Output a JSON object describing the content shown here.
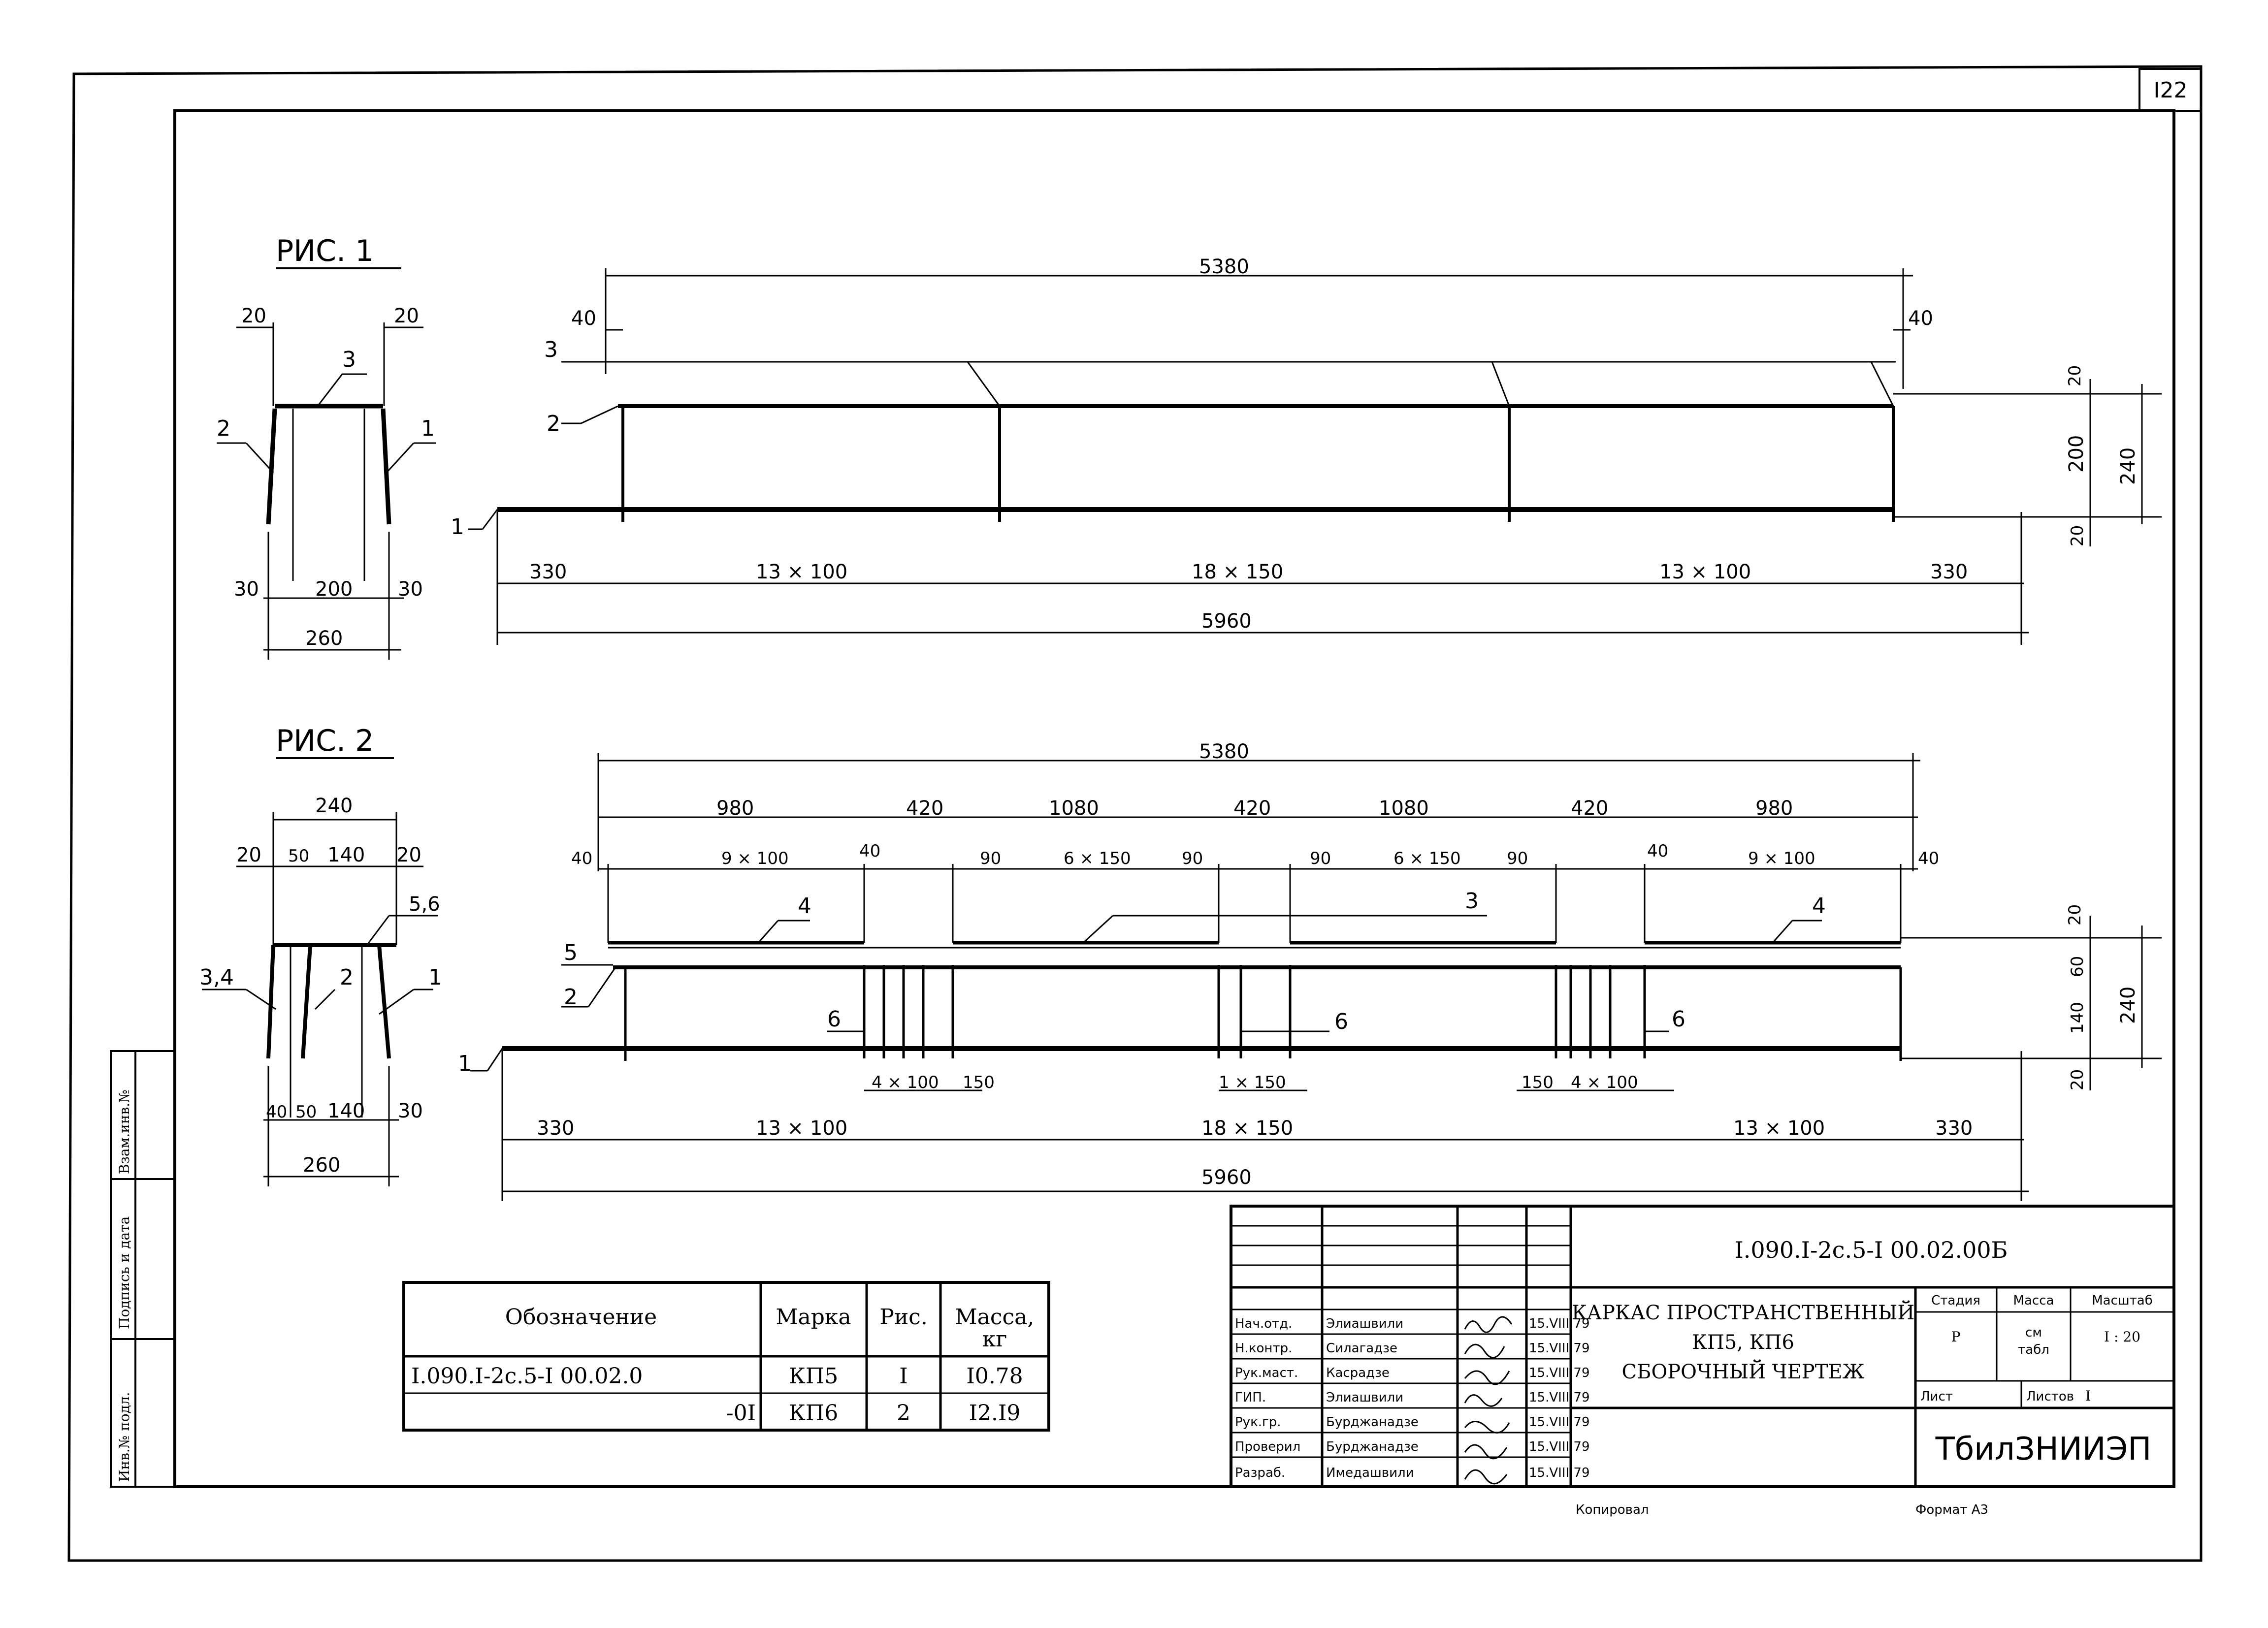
{
  "sheet_number": "I22",
  "figures": {
    "fig1": {
      "title": "РИС. 1",
      "section": {
        "top_left_20": "20",
        "top_right_20": "20",
        "label_3": "3",
        "label_2": "2",
        "label_1": "1",
        "bottom_30_left": "30",
        "bottom_200": "200",
        "bottom_30_right": "30",
        "overall_260": "260"
      },
      "elevation": {
        "top_5380": "5380",
        "left_40": "40",
        "right_40": "40",
        "label_3": "3",
        "label_2": "2",
        "label_1": "1",
        "right_20_top": "20",
        "right_200": "200",
        "right_20_bottom": "20",
        "right_240": "240",
        "seg_330_left": "330",
        "seg_13x100_left": "13 × 100",
        "seg_18x150": "18 × 150",
        "seg_13x100_right": "13 × 100",
        "seg_330_right": "330",
        "overall_5960": "5960"
      }
    },
    "fig2": {
      "title": "РИС. 2",
      "section": {
        "top_240": "240",
        "d20_left": "20",
        "d50": "50",
        "d140": "140",
        "d20_right": "20",
        "label_56": "5,6",
        "label_34": "3,4",
        "label_2": "2",
        "label_1": "1",
        "b40": "40",
        "b50": "50",
        "b140": "140",
        "b30": "30",
        "overall_260": "260"
      },
      "elevation": {
        "top_5380": "5380",
        "seg_980_left": "980",
        "seg_420_a": "420",
        "seg_1080_a": "1080",
        "seg_420_b": "420",
        "seg_1080_b": "1080",
        "seg_420_c": "420",
        "seg_980_right": "980",
        "d40_a": "40",
        "d9x100_a": "9 × 100",
        "d40_b": "40",
        "d90_a": "90",
        "d6x150_a": "6 × 150",
        "d90_b": "90",
        "d90_c": "90",
        "d6x150_b": "6 × 150",
        "d90_d": "90",
        "d40_c": "40",
        "d9x100_b": "9 × 100",
        "d40_d": "40",
        "label_4a": "4",
        "label_3": "3",
        "label_4b": "4",
        "label_5": "5",
        "label_2": "2",
        "label_1": "1",
        "label_6a": "6",
        "label_6b": "6",
        "label_6c": "6",
        "sub_4x100_a": "4 × 100",
        "sub_150_a": "150",
        "sub_1x150": "1 × 150",
        "sub_150_b": "150",
        "sub_4x100_b": "4 × 100",
        "right_20_top": "20",
        "right_60": "60",
        "right_140": "140",
        "right_20_bottom": "20",
        "right_240": "240",
        "seg_330_left": "330",
        "seg_13x100_left": "13 × 100",
        "seg_18x150": "18 × 150",
        "seg_13x100_right": "13 × 100",
        "seg_330_right": "330",
        "overall_5960": "5960"
      }
    }
  },
  "spec_table": {
    "headers": {
      "designation": "Обозначение",
      "mark": "Марка",
      "fig": "Рис.",
      "mass": "Масса,",
      "mass_unit": "кг"
    },
    "rows": [
      {
        "designation": "I.090.I-2с.5-I  00.02.0",
        "mark": "КП5",
        "fig": "I",
        "mass": "I0.78"
      },
      {
        "designation": "-0I",
        "mark": "КП6",
        "fig": "2",
        "mass": "I2.I9"
      }
    ]
  },
  "title_block": {
    "code": "I.090.I-2с.5-I  00.02.00Б",
    "title_line1": "КАРКАС ПРОСТРАНСТВЕННЫЙ",
    "title_line2": "КП5, КП6",
    "title_line3": "СБОРОЧНЫЙ ЧЕРТЕЖ",
    "stage_label": "Стадия",
    "mass_label": "Масса",
    "scale_label": "Масштаб",
    "stage_value": "Р",
    "mass_value_1": "см",
    "mass_value_2": "табл",
    "scale_value": "I : 20",
    "sheet_label": "Лист",
    "sheets_label": "Листов",
    "sheets_value": "I",
    "organization": "ТбилЗНИИЭП",
    "signatures": [
      {
        "role": "Нач.отд.",
        "name": "Элиашвили",
        "date": "15.VIII.79"
      },
      {
        "role": "Н.контр.",
        "name": "Силагадзе",
        "date": "15.VIII.79"
      },
      {
        "role": "Рук.маст.",
        "name": "Касрадзе",
        "date": "15.VIII.79"
      },
      {
        "role": "ГИП.",
        "name": "Элиашвили",
        "date": "15.VIII.79"
      },
      {
        "role": "Рук.гр.",
        "name": "Бурджанадзе",
        "date": "15.VIII.79"
      },
      {
        "role": "Проверил",
        "name": "Бурджанадзе",
        "date": "15.VIII.79"
      },
      {
        "role": "Разраб.",
        "name": "Имедашвили",
        "date": "15.VIII.79"
      }
    ],
    "copied": "Копировал",
    "format": "Формат А3"
  },
  "side_stamp": {
    "inv_podl": "Инв.№ подл.",
    "podpis": "Подпись и дата",
    "vzam": "Взам.инв.№"
  }
}
